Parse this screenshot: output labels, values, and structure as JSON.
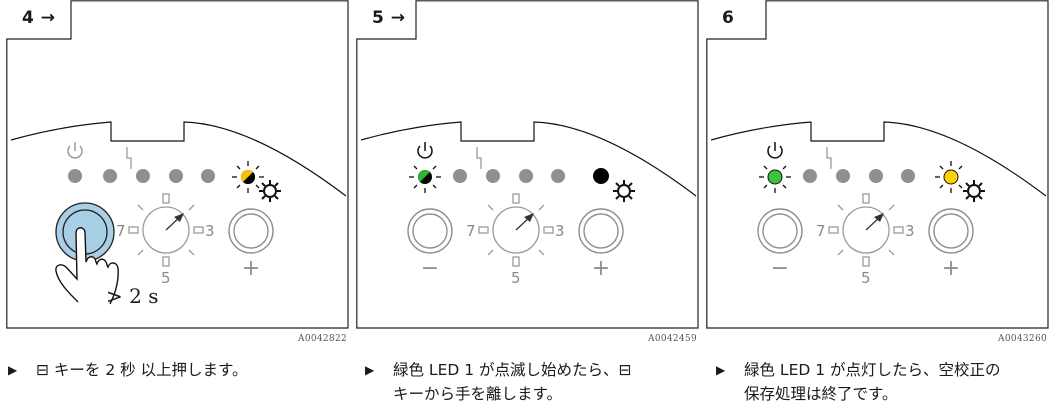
{
  "steps": [
    {
      "label": "4 →",
      "image_id": "A0042822",
      "duration": "> 2 s",
      "caption": "⊟ キーを 2 秒 以上押します。",
      "dial_numbers": {
        "left": "7",
        "right": "3",
        "bottom": "5"
      },
      "colors": {
        "key_pressed": "#a9cfe6",
        "led_left": "#8f8f8f",
        "led_right_half": "#f5c400"
      }
    },
    {
      "label": "5 →",
      "image_id": "A0042459",
      "caption": "緑色 LED 1 が点滅し始めたら、⊟ キーから手を離します。",
      "dial_numbers": {
        "left": "7",
        "right": "3",
        "bottom": "5"
      },
      "colors": {
        "led_left_half": "#2fb52f",
        "led_right": "#000000"
      }
    },
    {
      "label": "6",
      "image_id": "A0043260",
      "caption": "緑色 LED 1 が点灯したら、空校正の保存処理は終了です。",
      "dial_numbers": {
        "left": "7",
        "right": "3",
        "bottom": "5"
      },
      "colors": {
        "led_left": "#3cc23c",
        "led_right": "#ffd200"
      }
    }
  ],
  "bullet": "▶",
  "minus_symbol": "−",
  "plus_symbol": "+"
}
